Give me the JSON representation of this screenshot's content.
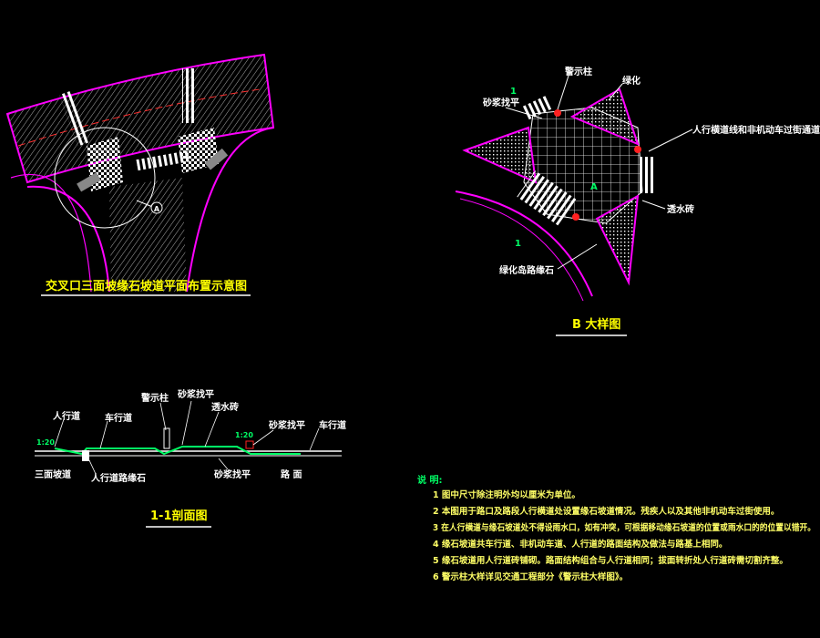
{
  "plan": {
    "title": "交叉口三面坡缘石坡道平面布置示意图",
    "callout": "A"
  },
  "detail": {
    "title": "B 大样图",
    "labels": {
      "warning_post": "警示柱",
      "mortar_level": "砂浆找平",
      "greening": "绿化",
      "ped_crossing": "人行横道线和非机动车过街通道",
      "drain_brick": "透水砖",
      "island_curb": "绿化岛路缘石"
    },
    "markers": {
      "one_a": "1",
      "one_b": "1",
      "dir_mark": "A"
    }
  },
  "section": {
    "title": "1-1剖面图",
    "labels": {
      "warning_post": "警示柱",
      "mortar_level_top": "砂浆找平",
      "drain_brick": "透水砖",
      "mortar_level_right": "砂浆找平",
      "carriageway_right": "车行道",
      "sidewalk": "人行道",
      "carriageway": "车行道",
      "three_slope": "三面坡道",
      "sidewalk_curb": "人行道路缘石",
      "mortar_level_bottom": "砂浆找平",
      "road_surface": "路 面",
      "slope_left": "1:20",
      "slope_right": "1:20"
    }
  },
  "notes": {
    "heading": "说  明:",
    "items": [
      "1 图中尺寸除注明外均以厘米为单位。",
      "2 本图用于路口及路段人行横道处设置缘石坡道情况。残疾人以及其他非机动车过街使用。",
      "3 在人行横道与缘石坡道处不得设雨水口，如有冲突，可根据移动缘石坡道的位置或雨水口的的位置以错开。",
      "4 缘石坡道共车行道、非机动车道、人行道的路面结构及做法与路基上相同。",
      "5 缘石坡道用人行道砖铺砌。路面结构组合与人行道相同；拔面转折处人行道砖需切割齐整。",
      "6 警示柱大样详见交通工程部分《警示柱大样图》。"
    ]
  },
  "colors": {
    "background": "#000000",
    "road_edge": "#ff00ff",
    "title": "#ffff00",
    "text": "#ffffff",
    "notes": "#ffff66",
    "accent_green": "#00ff66",
    "hatch": "#ffffff",
    "marker": "#ff2020"
  }
}
